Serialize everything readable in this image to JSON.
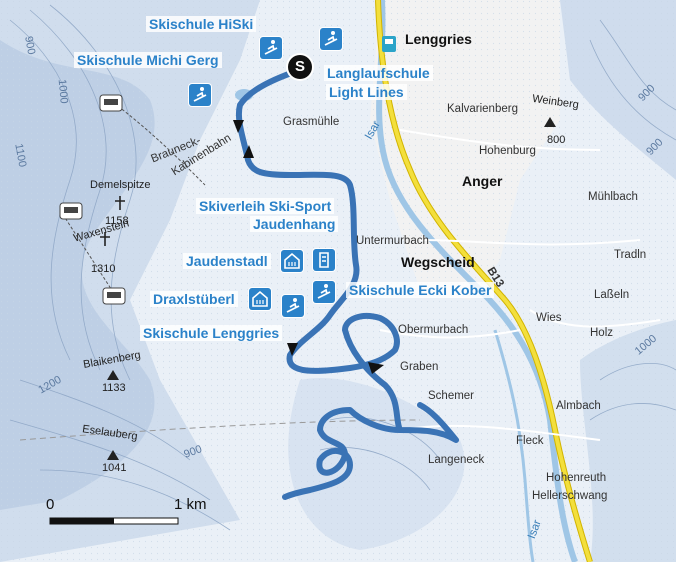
{
  "poi_labels": {
    "hiski": "Skischule HiSki",
    "michi_gerg": "Skischule Michi Gerg",
    "langlauf_1": "Langlaufschule",
    "langlauf_2": "Light Lines",
    "skiverleih_1": "Skiverleih Ski-Sport",
    "skiverleih_2": "Jaudenhang",
    "jaudenstadl": "Jaudenstadl",
    "draxlstueberl": "Draxlstüberl",
    "ecki_kober": "Skischule Ecki Kober",
    "lenggries_school": "Skischule Lenggries"
  },
  "towns": {
    "lenggries": "Lenggries",
    "anger": "Anger",
    "wegscheid": "Wegscheid"
  },
  "places": {
    "grasmuehle": "Grasmühle",
    "kalvarienberg": "Kalvarienberg",
    "hohenburg": "Hohenburg",
    "muehlbach": "Mühlbach",
    "untermurbach": "Untermurbach",
    "tradln": "Tradln",
    "lasseln": "Laßeln",
    "wies": "Wies",
    "obermurbach": "Obermurbach",
    "holz": "Holz",
    "graben": "Graben",
    "schemer": "Schemer",
    "almbach": "Almbach",
    "fleck": "Fleck",
    "langeneck": "Langeneck",
    "hohenreuth": "Hohenreuth",
    "hellerschwang": "Hellerschwang",
    "brauneck_1": "Brauneck-",
    "brauneck_2": "Kabinenbahn",
    "isar": "Isar",
    "road": "B13"
  },
  "peaks": {
    "weinberg": {
      "name": "Weinberg",
      "elev": "800"
    },
    "demelspitze": {
      "name": "Demelspitze",
      "elev": "1158"
    },
    "waxenstein": {
      "name": "Waxenstein",
      "elev": "1310"
    },
    "blaikenberg": {
      "name": "Blaikenberg",
      "elev": "1133"
    },
    "eselauberg": {
      "name": "Eselauberg",
      "elev": "1041"
    }
  },
  "contours": [
    "900",
    "1000",
    "1100",
    "1200",
    "900",
    "900",
    "1000",
    "900"
  ],
  "start_marker": "S",
  "scale": {
    "start": "0",
    "end": "1 km"
  },
  "colors": {
    "route": "#3a73b5",
    "poi": "#2b82c9",
    "road": "#f3df3c",
    "water": "#9fc6e6"
  }
}
